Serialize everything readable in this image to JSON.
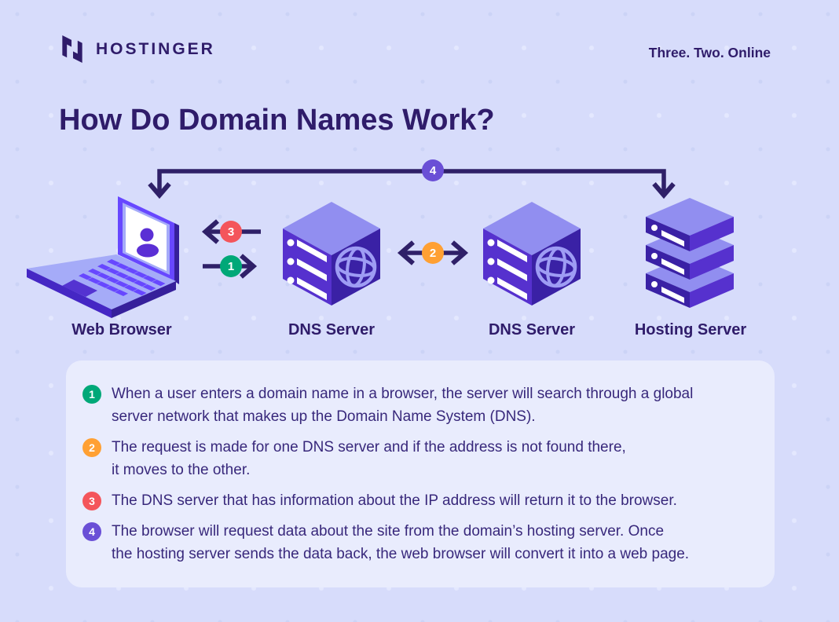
{
  "header": {
    "brand": "HOSTINGER",
    "tagline": "Three. Two. Online"
  },
  "title": "How Do Domain Names Work?",
  "diagram": {
    "nodes": [
      {
        "label": "Web Browser",
        "icon": "laptop-browser-icon"
      },
      {
        "label": "DNS Server",
        "icon": "dns-cube-icon"
      },
      {
        "label": "DNS Server",
        "icon": "dns-cube-icon"
      },
      {
        "label": "Hosting Server",
        "icon": "server-stack-icon"
      }
    ],
    "arrows": [
      {
        "number": "1",
        "color": "#00A878",
        "direction": "right",
        "from": "Web Browser",
        "to": "DNS Server"
      },
      {
        "number": "2",
        "color": "#FFA033",
        "direction": "both",
        "from": "DNS Server",
        "to": "DNS Server"
      },
      {
        "number": "3",
        "color": "#F4555B",
        "direction": "left",
        "from": "DNS Server",
        "to": "Web Browser"
      },
      {
        "number": "4",
        "color": "#6A4FD6",
        "direction": "down-both",
        "from": "Web Browser",
        "to": "Hosting Server"
      }
    ]
  },
  "steps": [
    {
      "number": "1",
      "color": "#00A878",
      "text": "When a user enters a domain name in a browser, the server will search through a global\nserver network that makes up the Domain Name System (DNS)."
    },
    {
      "number": "2",
      "color": "#FFA033",
      "text": "The request is made for one DNS server and if the address is not found there,\nit moves to the other."
    },
    {
      "number": "3",
      "color": "#F4555B",
      "text": "The DNS server that has information about the IP address will return it to the browser."
    },
    {
      "number": "4",
      "color": "#6A4FD6",
      "text": "The browser will request data about the site from the domain’s hosting server. Once\nthe hosting server sends the data back, the web browser will convert it into a web page."
    }
  ],
  "colors": {
    "background": "#D7DCFB",
    "panel": "#E9ECFD",
    "heading": "#2F1C6A",
    "body_text": "#38287B",
    "accent_purple": "#6747FF",
    "arrow_line": "#2F2068",
    "badge_green": "#00A878",
    "badge_orange": "#FFA033",
    "badge_red": "#F4555B",
    "badge_purple": "#6A4FD6"
  }
}
